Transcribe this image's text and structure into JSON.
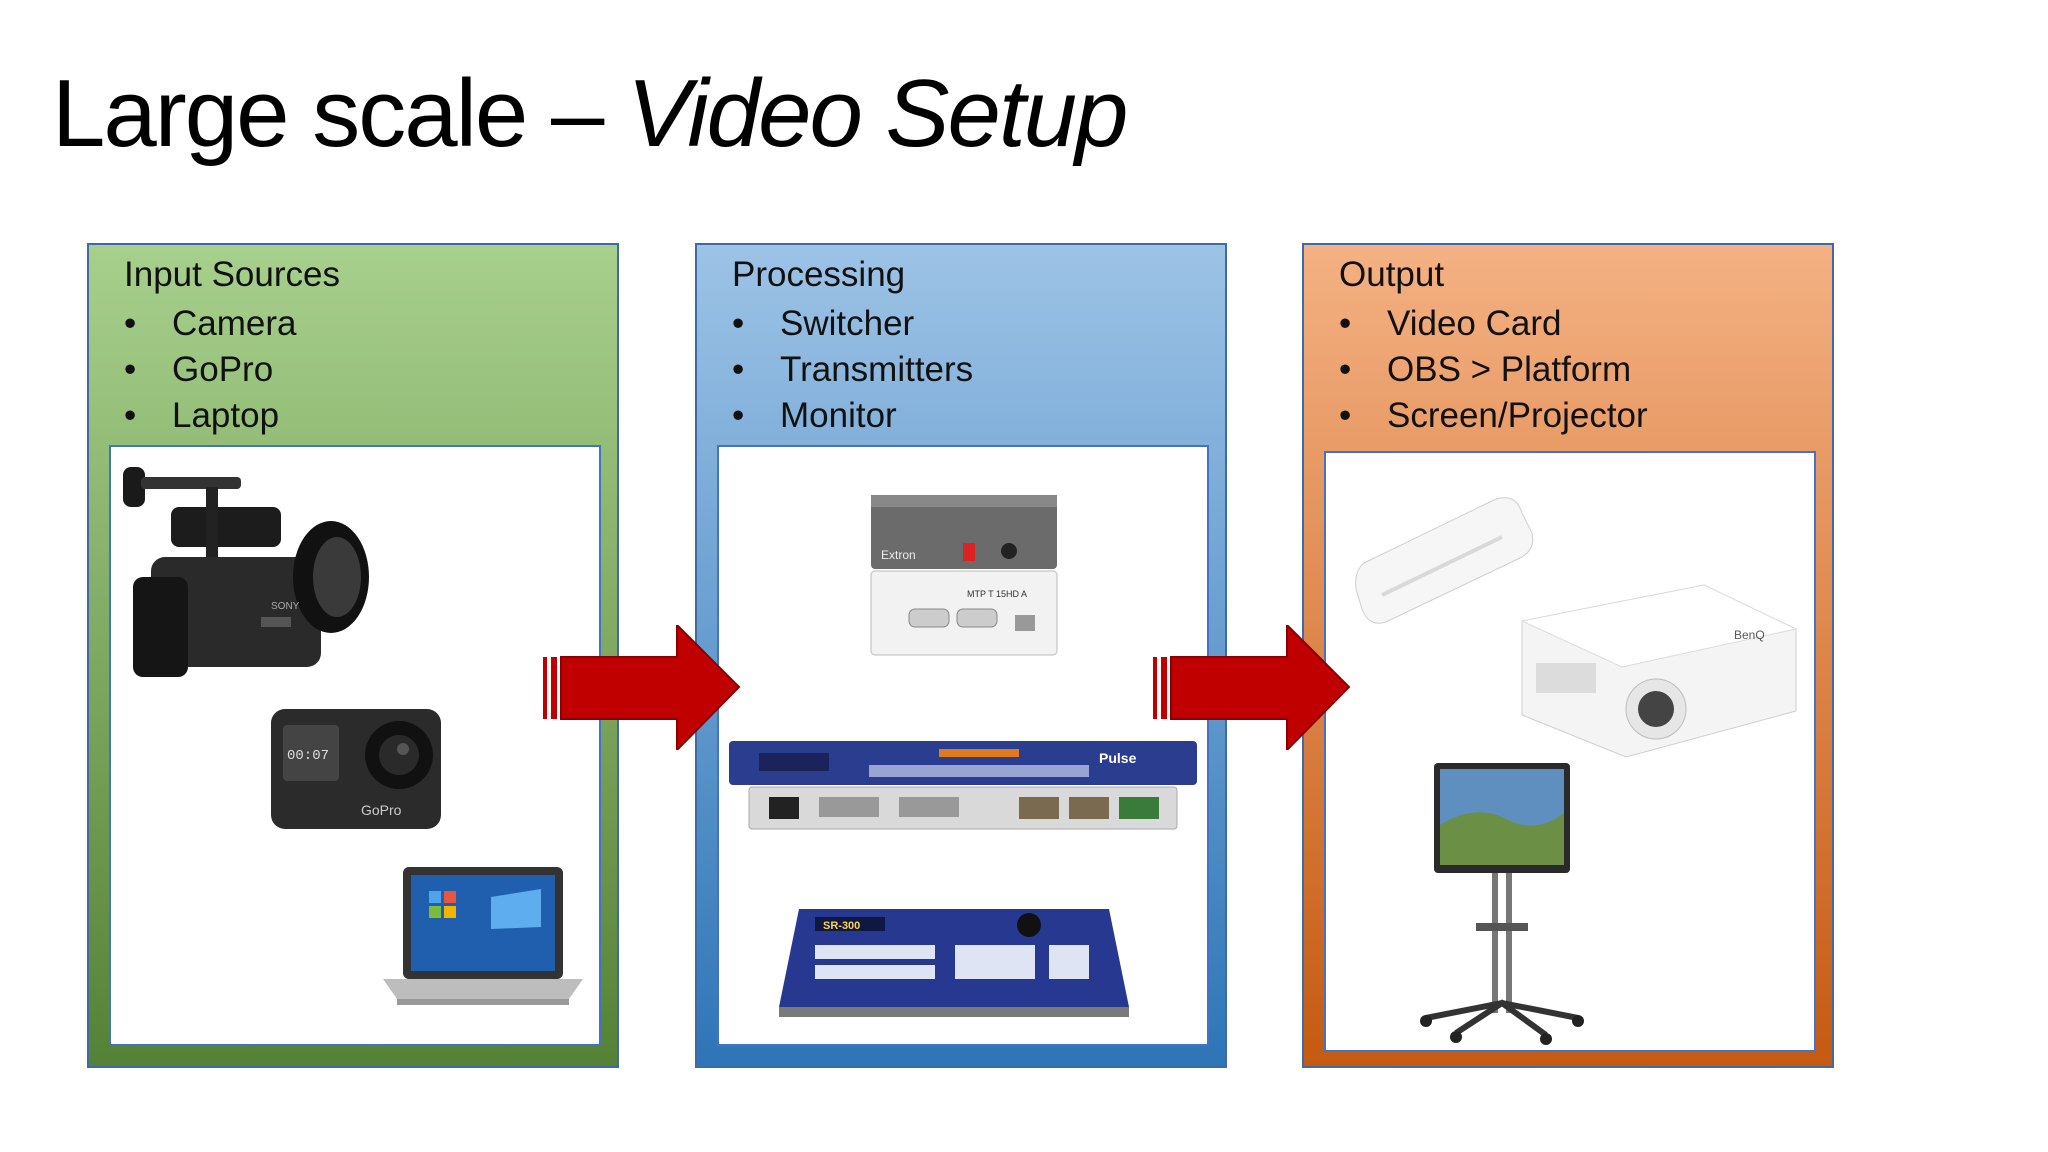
{
  "title": {
    "part1": "Large scale",
    "dash": " – ",
    "part2": "Video Setup"
  },
  "panels": [
    {
      "heading": "Input Sources",
      "items": [
        "Camera",
        "GoPro",
        "Laptop"
      ],
      "color": "#70ad47"
    },
    {
      "heading": "Processing",
      "items": [
        "Switcher",
        "Transmitters",
        "Monitor"
      ],
      "color": "#5b9bd5"
    },
    {
      "heading": "Output",
      "items": [
        "Video Card",
        "OBS > Platform",
        "Screen/Projector"
      ],
      "color": "#ed7d31"
    }
  ],
  "bullet": "•",
  "arrow_color": "#c00000",
  "images": {
    "camera_label": "SONY",
    "gopro_screen": "00:07",
    "gopro_label": "GoPro",
    "scaler_brand": "Extron",
    "scaler_model": "MTP T 15HD A",
    "switcher_label": "Pulse",
    "control_label": "SR-300",
    "projector_brand": "BenQ"
  }
}
